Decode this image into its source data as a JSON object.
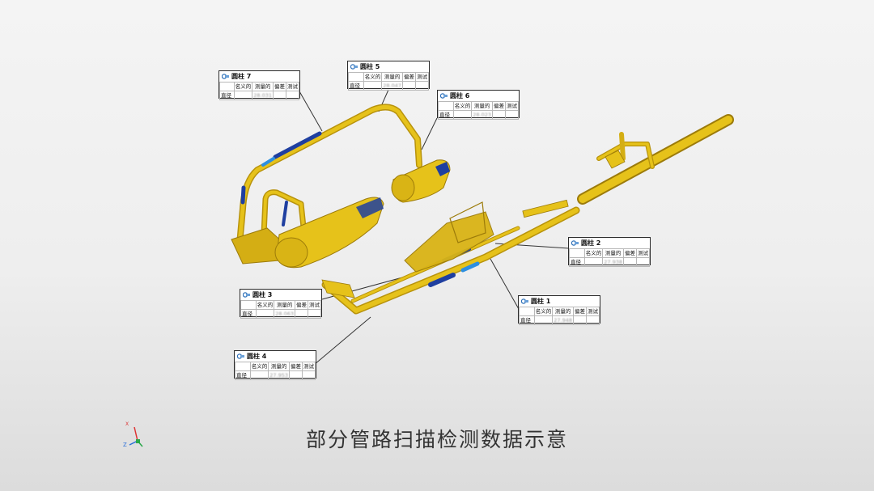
{
  "caption": "部分管路扫描检测数据示意",
  "table_headers": [
    "名义的",
    "测量的",
    "偏差",
    "测试"
  ],
  "row_label": "直径",
  "annotations": [
    {
      "id": "7",
      "title": "圆柱 7",
      "measured": "28.031"
    },
    {
      "id": "5",
      "title": "圆柱 5",
      "measured": "28.047"
    },
    {
      "id": "6",
      "title": "圆柱 6",
      "measured": "28.023"
    },
    {
      "id": "2",
      "title": "圆柱 2",
      "measured": "27.938"
    },
    {
      "id": "3",
      "title": "圆柱 3",
      "measured": "28.063"
    },
    {
      "id": "1",
      "title": "圆柱 1",
      "measured": "27.948"
    },
    {
      "id": "4",
      "title": "圆柱 4",
      "measured": "27.953"
    }
  ],
  "axis_labels": {
    "x": "X",
    "z": "Z"
  },
  "colors": {
    "pipe": "#e6c21a",
    "pipe_shade": "#b8930c",
    "deviation": "#1f3fa0",
    "highlight": "#2d8fe0"
  }
}
